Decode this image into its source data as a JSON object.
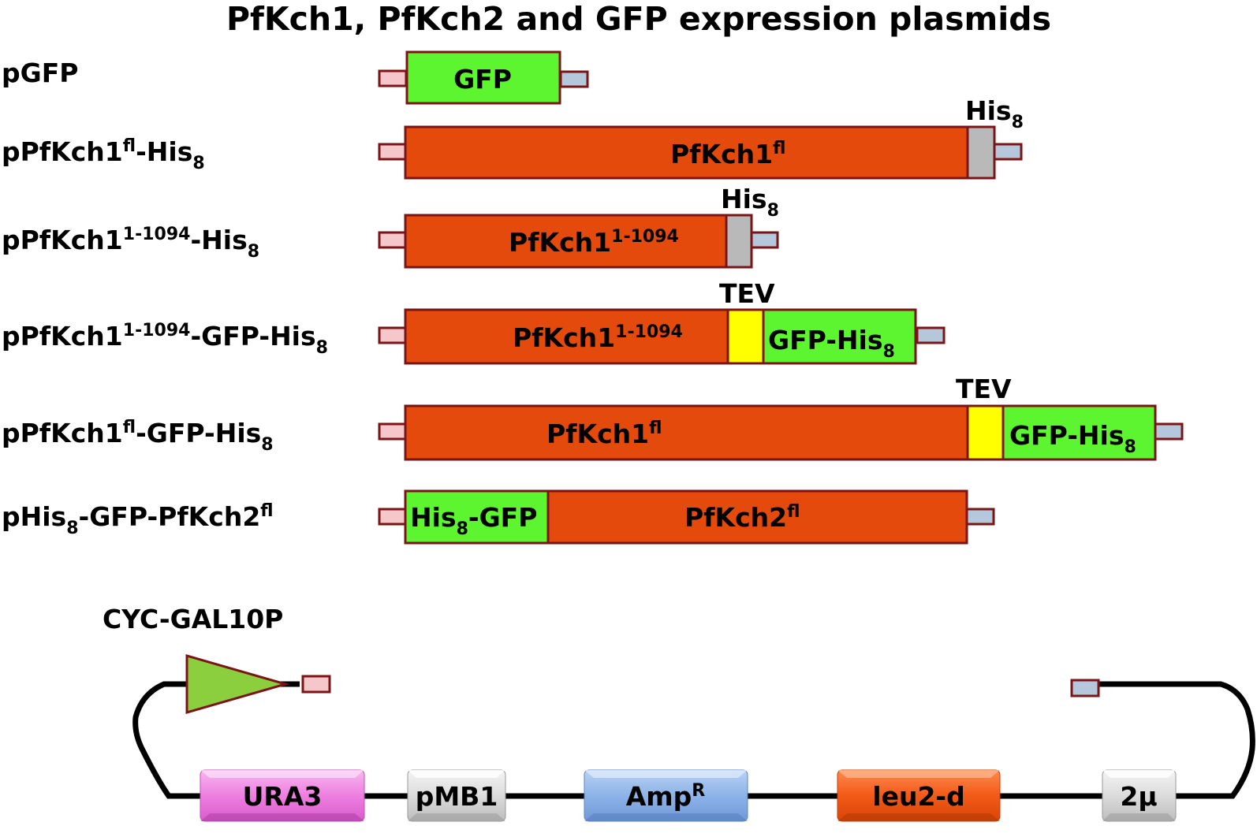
{
  "title": "PfKch1, PfKch2 and GFP expression plasmids",
  "constructs": [
    {
      "label": "pGFP",
      "label_sup": "",
      "label_sub": "",
      "label_tail": ""
    },
    {
      "label": "pPfKch1",
      "label_sup": "fl",
      "label_mid": "-His",
      "label_sub": "8"
    },
    {
      "label": "pPfKch1",
      "label_sup": "1-1094",
      "label_mid": "-His",
      "label_sub": "8"
    },
    {
      "label": "pPfKch1",
      "label_sup": "1-1094",
      "label_mid": "-GFP-His",
      "label_sub": "8"
    },
    {
      "label": "pPfKch1",
      "label_sup": "fl",
      "label_mid": "-GFP-His",
      "label_sub": "8"
    },
    {
      "label": "pHis",
      "label_sub": "8",
      "label_mid": "-GFP-PfKch2",
      "label_sup": "fl"
    }
  ],
  "segments": {
    "gfp": "GFP",
    "pfkch1": "PfKch1",
    "fl": "fl",
    "range": "1-1094",
    "his": "His",
    "sub8": "8",
    "tev": "TEV",
    "gfp_his": "GFP-His",
    "his_gfp_a": "His",
    "his_gfp_b": "-GFP",
    "pfkch2": "PfKch2"
  },
  "vector": {
    "promoter": "CYC-GAL10P",
    "elements": [
      "URA3",
      "pMB1",
      "Amp",
      "leu2-d",
      "2μ"
    ],
    "amp_sup": "R"
  },
  "colors": {
    "orange": "#e44a0b",
    "green": "#5cf52f",
    "gray": "#b9b9b9",
    "yellow": "#ffff00",
    "outline": "#7b1416",
    "pink": "#f5c7cb",
    "lightblue": "#b4c7db"
  }
}
